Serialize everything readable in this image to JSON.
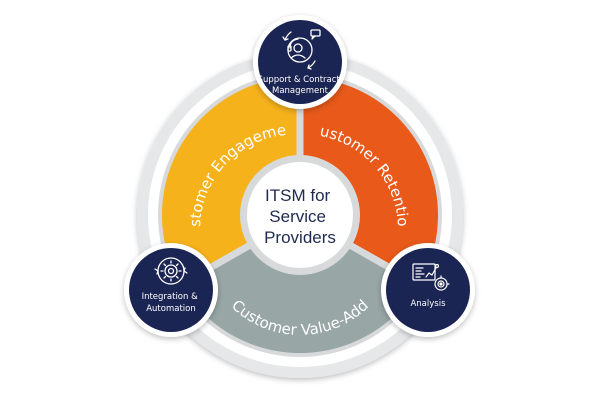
{
  "center": {
    "lines": [
      "ITSM for",
      "Service",
      "Providers"
    ]
  },
  "segments": [
    {
      "id": "engagement",
      "label": "Customer Engagement",
      "color": "#f6b21b"
    },
    {
      "id": "retention",
      "label": "Customer Retention",
      "color": "#e8591a"
    },
    {
      "id": "value_add",
      "label": "Customer Value-Add",
      "color": "#98a6a5"
    }
  ],
  "nodes": [
    {
      "id": "support",
      "lines": [
        "Support & Contract",
        "Management"
      ],
      "icon": "headset-chat-icon"
    },
    {
      "id": "integration",
      "lines": [
        "Integration &",
        "Automation"
      ],
      "icon": "gears-sync-icon"
    },
    {
      "id": "analysis",
      "lines": [
        "Analysis"
      ],
      "icon": "analytics-dashboard-icon"
    }
  ],
  "colors": {
    "navy": "#1b2553",
    "ring_gray": "#c9cbcd",
    "divider": "#d7d9db",
    "center_fill": "#ffffff"
  }
}
